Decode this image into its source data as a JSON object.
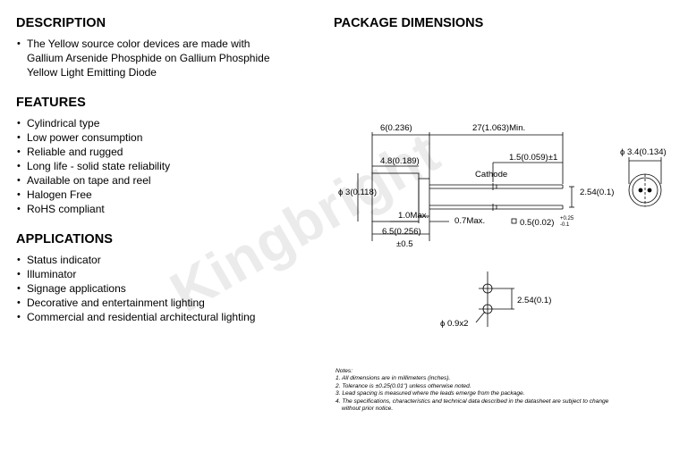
{
  "watermark": "Kingbright",
  "description": {
    "heading": "DESCRIPTION",
    "lines": [
      "The Yellow source color devices are made with",
      "Gallium Arsenide Phosphide on Gallium Phosphide",
      "Yellow Light Emitting Diode"
    ]
  },
  "features": {
    "heading": "FEATURES",
    "items": [
      "Cylindrical type",
      "Low power consumption",
      "Reliable and rugged",
      "Long life - solid state reliability",
      "Available on tape and reel",
      "Halogen Free",
      "RoHS compliant"
    ]
  },
  "applications": {
    "heading": "APPLICATIONS",
    "items": [
      "Status indicator",
      "Illuminator",
      "Signage applications",
      "Decorative and entertainment lighting",
      "Commercial and residential architectural lighting"
    ]
  },
  "package": {
    "heading": "PACKAGE DIMENSIONS",
    "dims": {
      "body_length": "6(0.236)",
      "lead_length": "27(1.063)Min.",
      "lens_length": "4.8(0.189)",
      "lead_offset": "1.5(0.059)±1",
      "cathode": "Cathode",
      "diameter": "3(0.118)",
      "pitch": "2.54(0.1)",
      "flange_max": "1.0Max.",
      "standoff_max": "0.7Max.",
      "lead_size": "0.5(0.02)",
      "lead_tol_plus": "+0.25",
      "lead_tol_minus": "-0.1",
      "overall_length": "6.5(0.256)",
      "overall_tol": "±0.5",
      "flange_diameter": "3.4(0.134)",
      "pcb_pitch": "2.54(0.1)",
      "hole_size": "0.9x2"
    }
  },
  "notes": {
    "title": "Notes:",
    "items": [
      "1. All dimensions are in millimeters (inches).",
      "2. Tolerance is ±0.25(0.01\") unless otherwise noted.",
      "3. Lead spacing is measured where the leads emerge from the package.",
      "4. The specifications, characteristics and technical data described in the datasheet are subject to change",
      "    without prior notice."
    ]
  }
}
